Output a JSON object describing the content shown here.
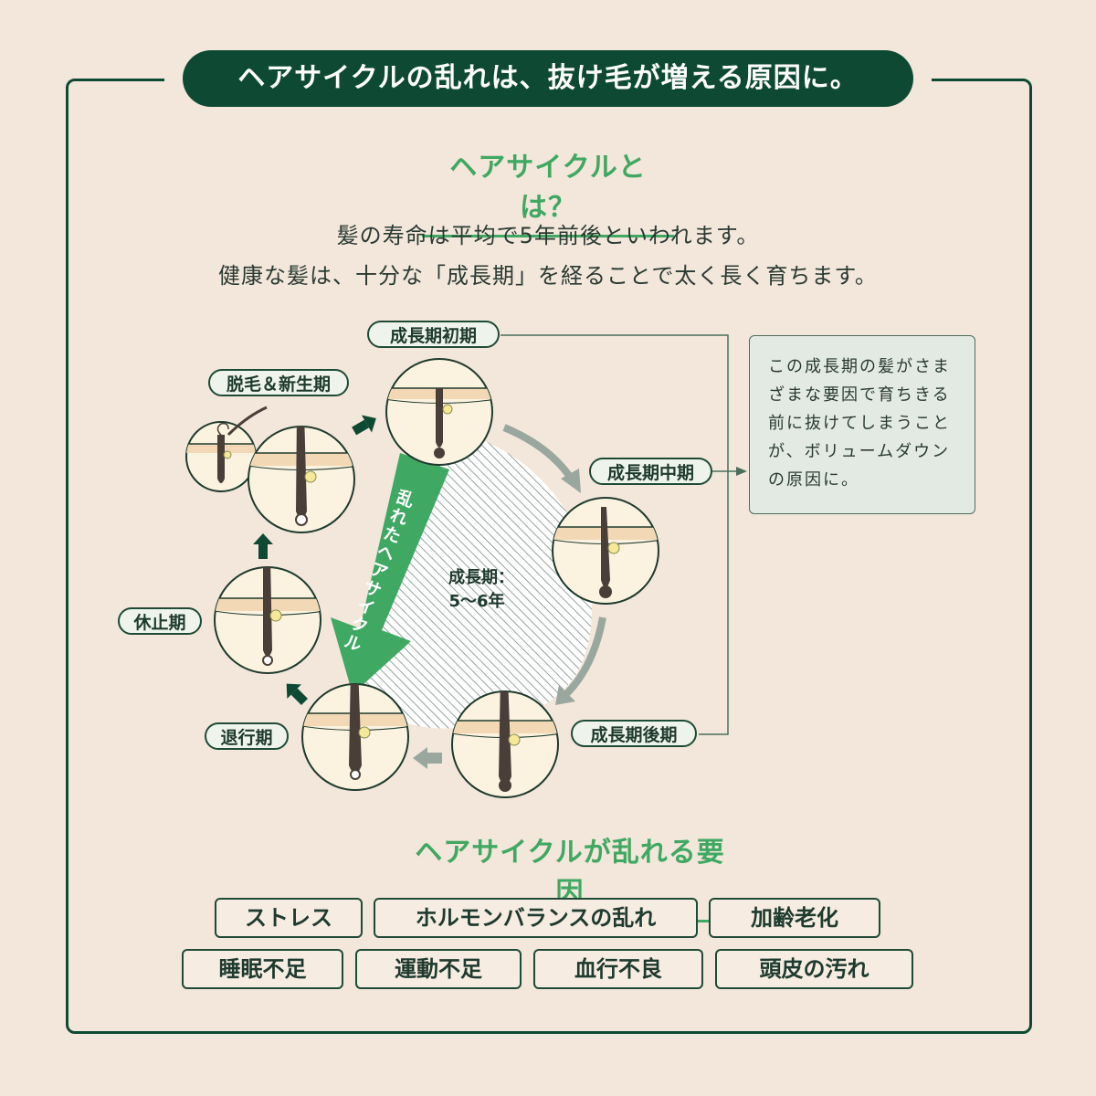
{
  "banner": {
    "title": "ヘアサイクルの乱れは、抜け毛が増える原因に。"
  },
  "section1": {
    "title": "ヘアサイクルとは？"
  },
  "intro": {
    "line1": "髪の寿命は平均で5年前後といわれます。",
    "line2": "健康な髪は、十分な「成長期」を経ることで太く長く育ちます。"
  },
  "stages": {
    "early": "成長期初期",
    "middle": "成長期中期",
    "late": "成長期後期",
    "regression": "退行期",
    "rest": "休止期",
    "shedding": "脱毛＆新生期"
  },
  "center_label": {
    "line1": "成長期：",
    "line2": "5〜6年"
  },
  "disrupted_arrow": {
    "label": "乱れたヘアサイクル"
  },
  "note": {
    "text": "この成長期の髪がさまざまな要因で育ちきる前に抜けてしまうことが、ボリュームダウンの原因に。"
  },
  "section2": {
    "title": "ヘアサイクルが乱れる要因"
  },
  "causes": [
    "ストレス",
    "ホルモンバランスの乱れ",
    "加齢老化",
    "睡眠不足",
    "運動不足",
    "血行不良",
    "頭皮の汚れ"
  ],
  "colors": {
    "dark_green": "#0e4a33",
    "accent_green": "#3fa862",
    "background": "#f3e6da",
    "gray_arrow": "#9aa79f"
  }
}
